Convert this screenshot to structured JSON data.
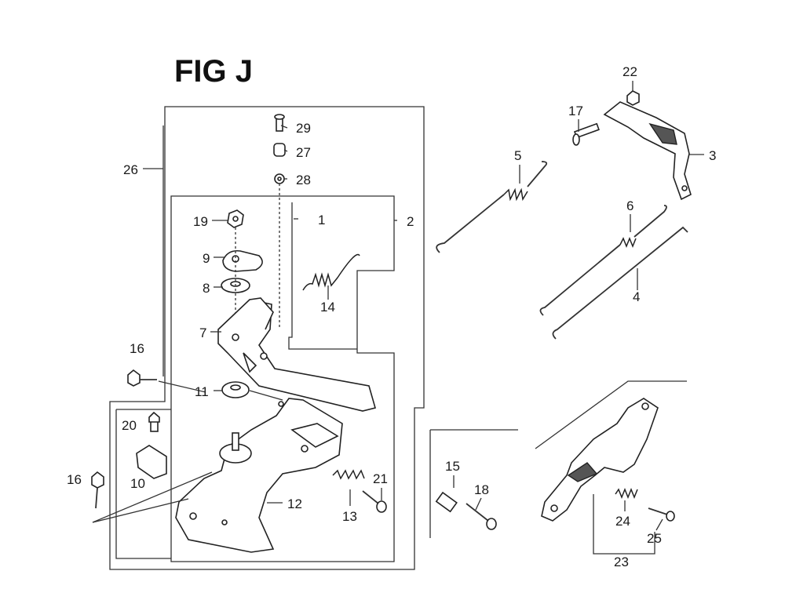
{
  "figure": {
    "title": "FIG J"
  },
  "callouts": {
    "c1": "1",
    "c2": "2",
    "c3": "3",
    "c4": "4",
    "c5": "5",
    "c6": "6",
    "c7": "7",
    "c8": "8",
    "c9": "9",
    "c10": "10",
    "c11": "11",
    "c12": "12",
    "c13": "13",
    "c14": "14",
    "c15": "15",
    "c16a": "16",
    "c16b": "16",
    "c17": "17",
    "c18": "18",
    "c19": "19",
    "c20": "20",
    "c21": "21",
    "c22": "22",
    "c23": "23",
    "c24": "24",
    "c25": "25",
    "c26": "26",
    "c27": "27",
    "c28": "28",
    "c29": "29"
  },
  "colors": {
    "ink": "#222222",
    "paper": "#ffffff"
  }
}
